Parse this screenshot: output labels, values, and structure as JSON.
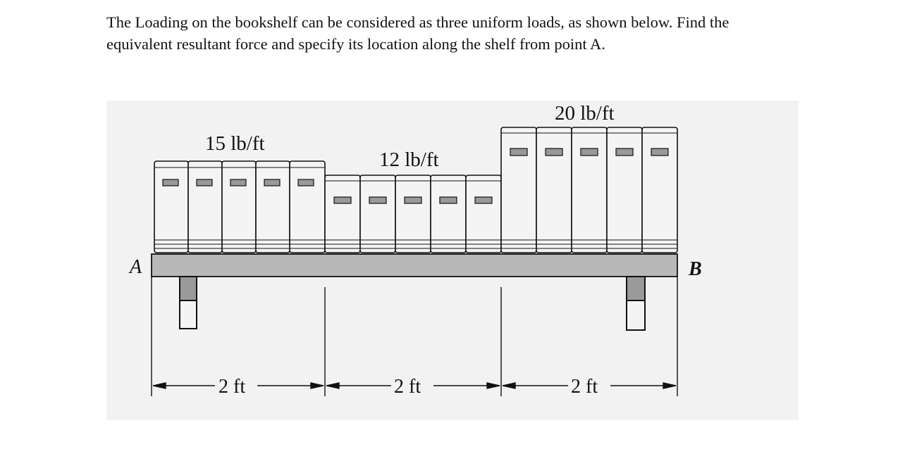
{
  "problem": {
    "line1": "The Loading on the bookshelf can be considered as three uniform loads, as shown below. Find the",
    "line2": "equivalent resultant force and specify its location along the shelf from point A."
  },
  "figure": {
    "loads": [
      {
        "label": "15 lb/ft"
      },
      {
        "label": "12 lb/ft"
      },
      {
        "label": "20 lb/ft"
      }
    ],
    "points": {
      "left": "A",
      "right": "B"
    },
    "dimensions": [
      {
        "label": "2 ft"
      },
      {
        "label": "2 ft"
      },
      {
        "label": "2 ft"
      }
    ]
  },
  "colors": {
    "page_background": "#ffffff",
    "figure_background": "#f2f2f2",
    "shelf_fill": "#b8b8b8",
    "book_fill": "#f4f4f4",
    "ink": "#111111"
  }
}
